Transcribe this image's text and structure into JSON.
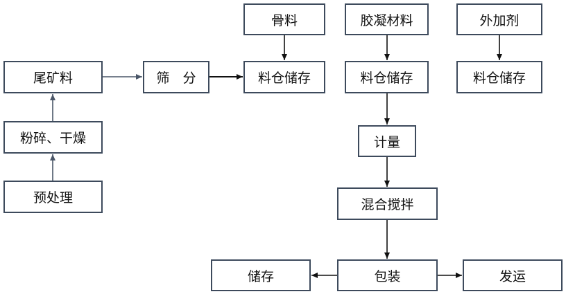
{
  "nodes": {
    "tailings": "尾矿料",
    "grind": "粉碎、干燥",
    "pretreat": "预处理",
    "screen": "筛　分",
    "aggregate": "骨料",
    "store1": "料仓储存",
    "binder": "胶凝材料",
    "store2": "料仓储存",
    "additive": "外加剂",
    "store3": "料仓储存",
    "measure": "计量",
    "mix": "混合搅拌",
    "pack": "包装",
    "storage": "储存",
    "ship": "发运"
  },
  "colors": {
    "border": "#3d4a5c",
    "arrow_gray": "#4a5668",
    "arrow_dark": "#111111"
  }
}
